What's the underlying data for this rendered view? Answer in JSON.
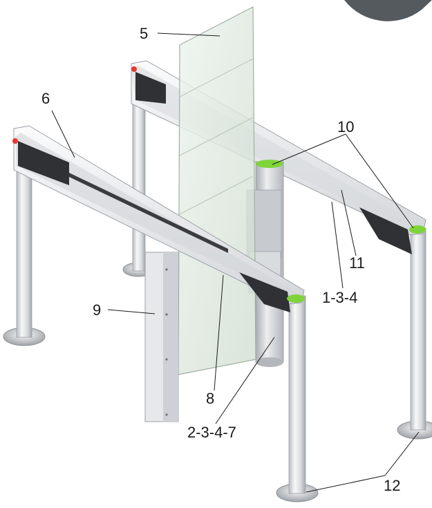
{
  "labels": {
    "l5": "5",
    "l6": "6",
    "l10": "10",
    "l11": "11",
    "l134": "1-3-4",
    "l9": "9",
    "l8": "8",
    "l2347": "2-3-4-7",
    "l12": "12"
  },
  "colors": {
    "indicator_green": "#7fd43a",
    "indicator_red": "#e53935",
    "metal_light": "#eef0f2",
    "metal_dark": "#9aa0a6",
    "glass": "#dfe8e0",
    "lens_dark": "#2f3134"
  }
}
